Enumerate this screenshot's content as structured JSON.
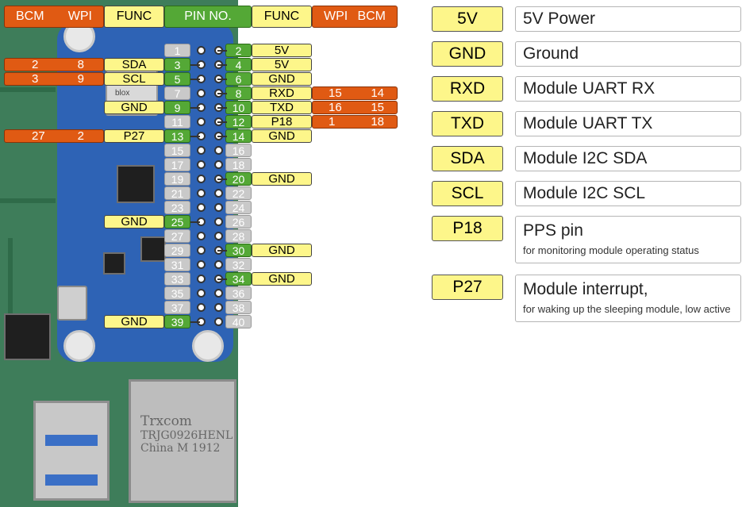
{
  "header": {
    "left_bcm": "BCM",
    "left_wpi": "WPI",
    "left_func": "FUNC",
    "pin_no": "PIN NO.",
    "right_func": "FUNC",
    "right_wpi": "WPI",
    "right_bcm": "BCM"
  },
  "pins_left": [
    {
      "pin": "1",
      "func": "",
      "wpi": "",
      "bcm": "",
      "active": false
    },
    {
      "pin": "3",
      "func": "SDA",
      "wpi": "8",
      "bcm": "2",
      "active": true
    },
    {
      "pin": "5",
      "func": "SCL",
      "wpi": "9",
      "bcm": "3",
      "active": true
    },
    {
      "pin": "7",
      "func": "",
      "wpi": "",
      "bcm": "",
      "active": false
    },
    {
      "pin": "9",
      "func": "GND",
      "wpi": "",
      "bcm": "",
      "active": true
    },
    {
      "pin": "11",
      "func": "",
      "wpi": "",
      "bcm": "",
      "active": false
    },
    {
      "pin": "13",
      "func": "P27",
      "wpi": "2",
      "bcm": "27",
      "active": true
    },
    {
      "pin": "15",
      "func": "",
      "wpi": "",
      "bcm": "",
      "active": false
    },
    {
      "pin": "17",
      "func": "",
      "wpi": "",
      "bcm": "",
      "active": false
    },
    {
      "pin": "19",
      "func": "",
      "wpi": "",
      "bcm": "",
      "active": false
    },
    {
      "pin": "21",
      "func": "",
      "wpi": "",
      "bcm": "",
      "active": false
    },
    {
      "pin": "23",
      "func": "",
      "wpi": "",
      "bcm": "",
      "active": false
    },
    {
      "pin": "25",
      "func": "GND",
      "wpi": "",
      "bcm": "",
      "active": true
    },
    {
      "pin": "27",
      "func": "",
      "wpi": "",
      "bcm": "",
      "active": false
    },
    {
      "pin": "29",
      "func": "",
      "wpi": "",
      "bcm": "",
      "active": false
    },
    {
      "pin": "31",
      "func": "",
      "wpi": "",
      "bcm": "",
      "active": false
    },
    {
      "pin": "33",
      "func": "",
      "wpi": "",
      "bcm": "",
      "active": false
    },
    {
      "pin": "35",
      "func": "",
      "wpi": "",
      "bcm": "",
      "active": false
    },
    {
      "pin": "37",
      "func": "",
      "wpi": "",
      "bcm": "",
      "active": false
    },
    {
      "pin": "39",
      "func": "GND",
      "wpi": "",
      "bcm": "",
      "active": true
    }
  ],
  "pins_right": [
    {
      "pin": "2",
      "func": "5V",
      "wpi": "",
      "bcm": "",
      "active": true
    },
    {
      "pin": "4",
      "func": "5V",
      "wpi": "",
      "bcm": "",
      "active": true
    },
    {
      "pin": "6",
      "func": "GND",
      "wpi": "",
      "bcm": "",
      "active": true
    },
    {
      "pin": "8",
      "func": "RXD",
      "wpi": "15",
      "bcm": "14",
      "active": true
    },
    {
      "pin": "10",
      "func": "TXD",
      "wpi": "16",
      "bcm": "15",
      "active": true
    },
    {
      "pin": "12",
      "func": "P18",
      "wpi": "1",
      "bcm": "18",
      "active": true
    },
    {
      "pin": "14",
      "func": "GND",
      "wpi": "",
      "bcm": "",
      "active": true
    },
    {
      "pin": "16",
      "func": "",
      "wpi": "",
      "bcm": "",
      "active": false
    },
    {
      "pin": "18",
      "func": "",
      "wpi": "",
      "bcm": "",
      "active": false
    },
    {
      "pin": "20",
      "func": "GND",
      "wpi": "",
      "bcm": "",
      "active": true
    },
    {
      "pin": "22",
      "func": "",
      "wpi": "",
      "bcm": "",
      "active": false
    },
    {
      "pin": "24",
      "func": "",
      "wpi": "",
      "bcm": "",
      "active": false
    },
    {
      "pin": "26",
      "func": "",
      "wpi": "",
      "bcm": "",
      "active": false
    },
    {
      "pin": "28",
      "func": "",
      "wpi": "",
      "bcm": "",
      "active": false
    },
    {
      "pin": "30",
      "func": "GND",
      "wpi": "",
      "bcm": "",
      "active": true
    },
    {
      "pin": "32",
      "func": "",
      "wpi": "",
      "bcm": "",
      "active": false
    },
    {
      "pin": "34",
      "func": "GND",
      "wpi": "",
      "bcm": "",
      "active": true
    },
    {
      "pin": "36",
      "func": "",
      "wpi": "",
      "bcm": "",
      "active": false
    },
    {
      "pin": "38",
      "func": "",
      "wpi": "",
      "bcm": "",
      "active": false
    },
    {
      "pin": "40",
      "func": "",
      "wpi": "",
      "bcm": "",
      "active": false
    }
  ],
  "legend": [
    {
      "code": "5V",
      "label": "5V Power",
      "sub": ""
    },
    {
      "code": "GND",
      "label": "Ground",
      "sub": ""
    },
    {
      "code": "RXD",
      "label": "Module UART RX",
      "sub": ""
    },
    {
      "code": "TXD",
      "label": "Module UART TX",
      "sub": ""
    },
    {
      "code": "SDA",
      "label": "Module I2C SDA",
      "sub": ""
    },
    {
      "code": "SCL",
      "label": "Module I2C SCL",
      "sub": ""
    },
    {
      "code": "P18",
      "label": "PPS pin",
      "sub": "for monitoring module operating status"
    },
    {
      "code": "P27",
      "label": "Module interrupt,",
      "sub": "for waking up the sleeping module, low active"
    }
  ],
  "board": {
    "module_brand": "blox",
    "ethernet_text_1": "Trxcom",
    "ethernet_text_2": "TRJG0926HENL",
    "ethernet_text_3": "China M 1912"
  },
  "colors": {
    "bcm_wpi": "#e05a13",
    "func": "#fdf68a",
    "active_pin": "#54a836",
    "inactive_pin": "#c9c9c9",
    "hat_board": "#2e63b5",
    "pi_board": "#3e7d5a"
  }
}
